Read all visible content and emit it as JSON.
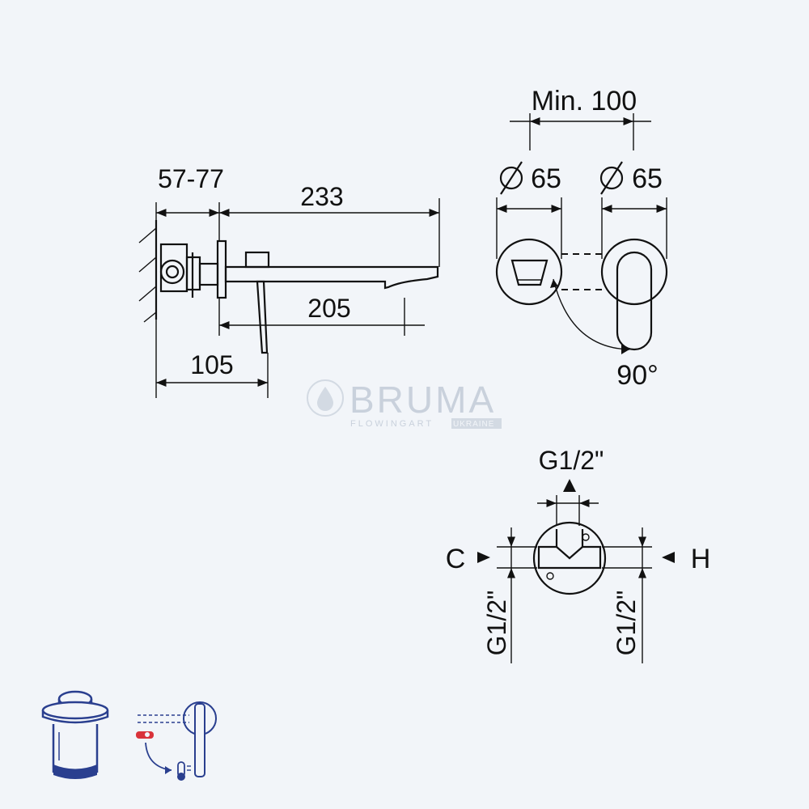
{
  "side_view": {
    "dim_depth": "57-77",
    "dim_spout_length": "233",
    "dim_spout_projection": "205",
    "dim_base": "105"
  },
  "front_view": {
    "dim_min_spacing": "Min. 100",
    "dim_diameter_left": "65",
    "dim_diameter_right": "65",
    "rotation_angle": "90°"
  },
  "connection_view": {
    "top_thread": "G1/2\"",
    "cold_label": "C",
    "hot_label": "H",
    "left_thread": "G1/2\"",
    "right_thread": "G1/2\""
  },
  "watermark": {
    "brand": "BRUMA",
    "tagline": "FLOWINGART",
    "region": "UKRAINE"
  },
  "colors": {
    "background": "#f2f5f9",
    "line": "#111111",
    "watermark": "#c9d1dc",
    "icon_blue": "#2a3f8f",
    "icon_red": "#d9333a"
  },
  "icons": [
    "pop-up-waste-icon",
    "concealed-mixer-icon"
  ]
}
